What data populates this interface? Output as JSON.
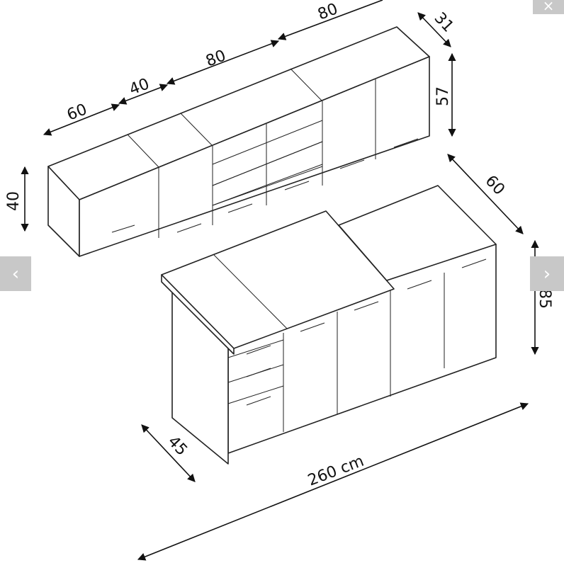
{
  "diagram": {
    "dimensions": {
      "upper_width_right": "80",
      "upper_width_mid": "80",
      "upper_width_small": "40",
      "upper_width_left": "60",
      "upper_depth": "31",
      "upper_height": "57",
      "upper_left_height": "40",
      "lower_depth": "60",
      "lower_height": "85",
      "island_depth": "45",
      "total_width": "260 cm"
    }
  },
  "nav": {
    "close_icon": "×",
    "prev_icon": "‹",
    "next_icon": "›"
  },
  "colors": {
    "nav_bg": "#c8c8c8",
    "line": "#222222"
  }
}
